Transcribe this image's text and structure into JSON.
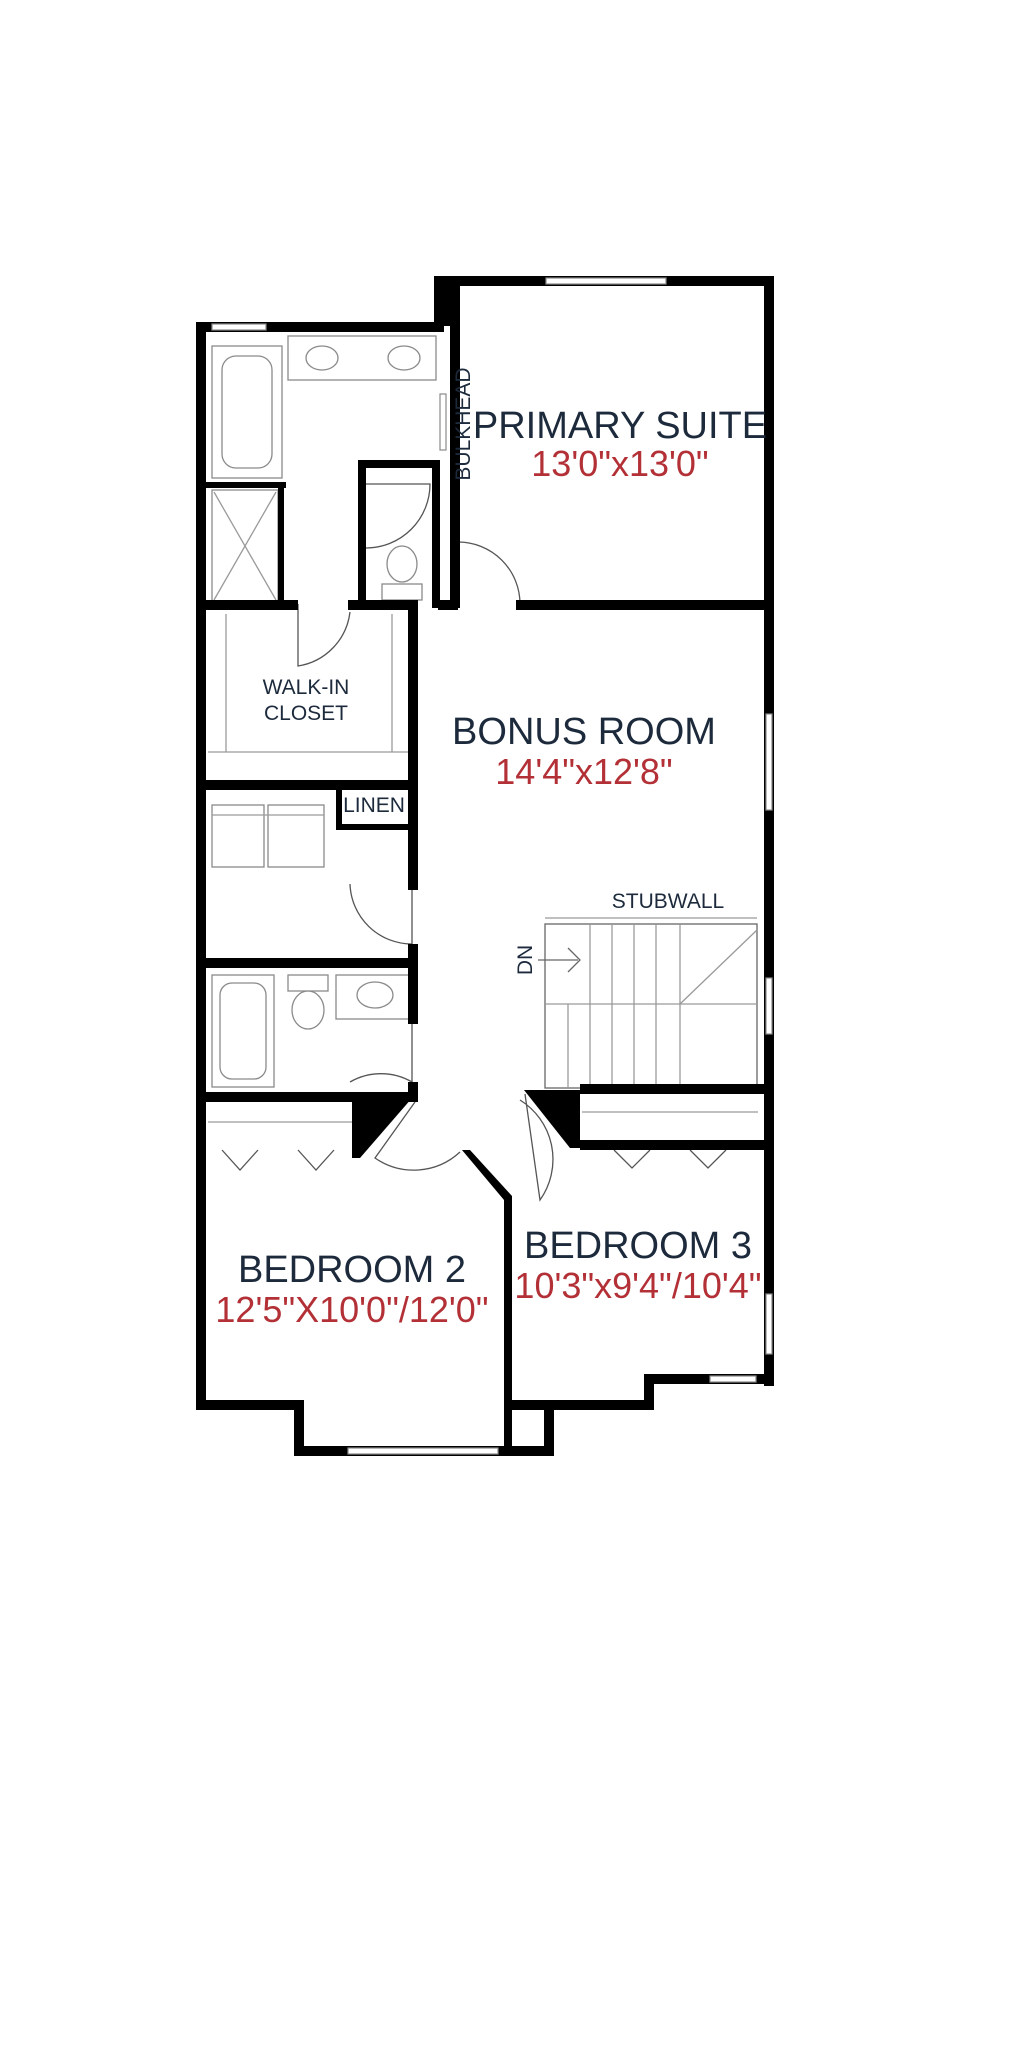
{
  "rooms": {
    "primary_suite": {
      "name": "PRIMARY SUITE",
      "dimensions": "13'0\"x13'0\""
    },
    "bonus_room": {
      "name": "BONUS ROOM",
      "dimensions": "14'4\"x12'8\""
    },
    "bedroom_2": {
      "name": "BEDROOM 2",
      "dimensions": "12'5\"X10'0\"/12'0\""
    },
    "bedroom_3": {
      "name": "BEDROOM 3",
      "dimensions": "10'3\"x9'4\"/10'4\""
    }
  },
  "labels": {
    "walk_in_closet_line1": "WALK-IN",
    "walk_in_closet_line2": "CLOSET",
    "linen": "LINEN",
    "bulkhead": "BULKHEAD",
    "stubwall": "STUBWALL",
    "stairs_direction": "DN"
  },
  "colors": {
    "room_name": "#1c2a3c",
    "dimension": "#b23036",
    "wall": "#000000"
  }
}
